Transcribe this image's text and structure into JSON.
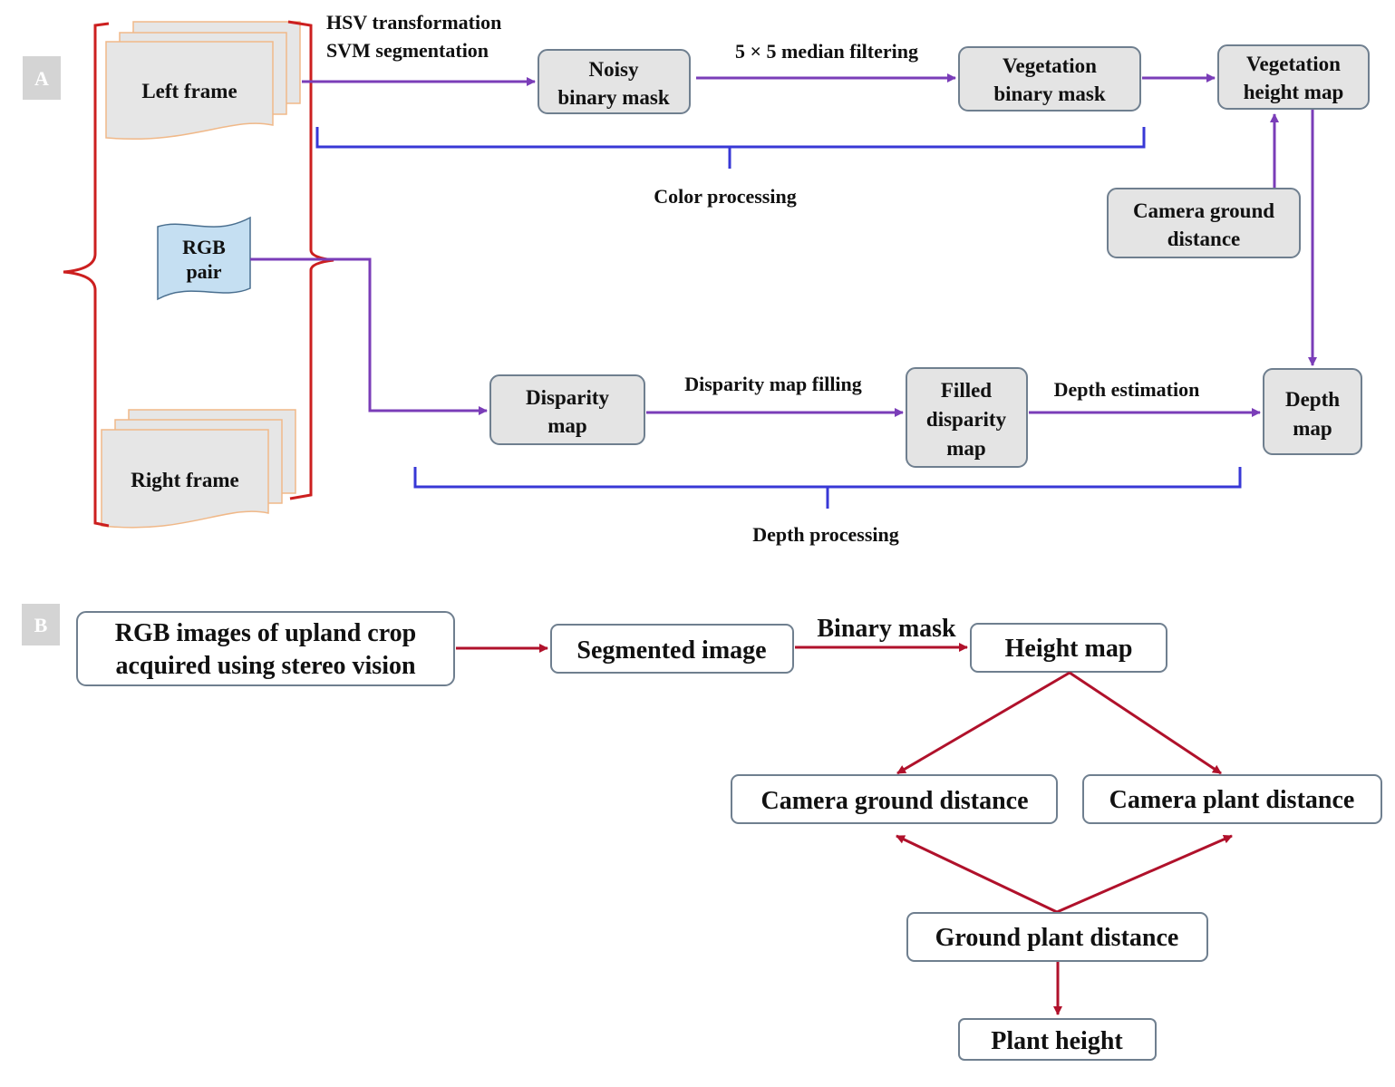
{
  "panel_a": {
    "label": "A",
    "left_frame": "Left frame",
    "right_frame": "Right frame",
    "rgb_pair": [
      "RGB",
      "pair"
    ],
    "hsv_label": [
      "HSV transformation",
      "SVM segmentation"
    ],
    "noisy_mask": [
      "Noisy",
      "binary mask"
    ],
    "median_label": "5 × 5 median filtering",
    "veg_mask": [
      "Vegetation",
      "binary mask"
    ],
    "veg_height": [
      "Vegetation",
      "height map"
    ],
    "camera_ground": [
      "Camera ground",
      "distance"
    ],
    "color_processing": "Color processing",
    "disparity_map": [
      "Disparity",
      "map"
    ],
    "filling_label": "Disparity map filling",
    "filled_disparity": [
      "Filled",
      "disparity",
      "map"
    ],
    "depth_estimation_label": "Depth estimation",
    "depth_map": [
      "Depth",
      "map"
    ],
    "depth_processing": "Depth processing"
  },
  "panel_b": {
    "label": "B",
    "rgb_images": [
      "RGB images of upland crop",
      "acquired using stereo vision"
    ],
    "segmented": "Segmented image",
    "binary_mask_label": "Binary mask",
    "height_map": "Height map",
    "camera_ground": "Camera ground distance",
    "camera_plant": "Camera plant distance",
    "ground_plant": "Ground plant distance",
    "plant_height": "Plant height"
  },
  "colors": {
    "panel_a_arrows": "#7a3db8",
    "panel_b_arrows": "#b0112b",
    "brace_blue": "#3838d6",
    "brace_red": "#cc1f1f",
    "rgb_pair_fill": "#c5dff2",
    "box_fill": "#e4e4e4"
  }
}
